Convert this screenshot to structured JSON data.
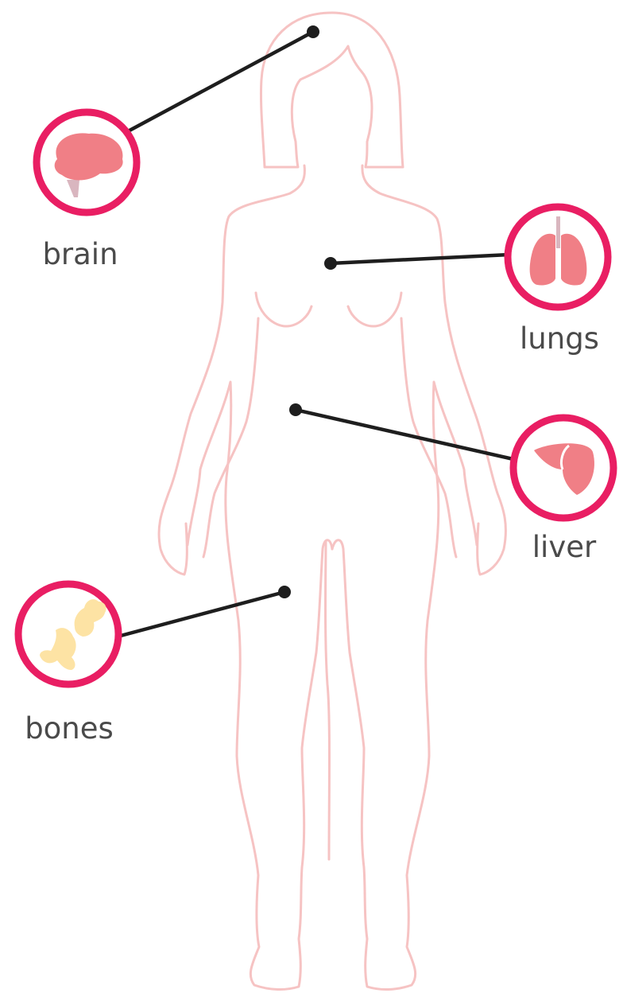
{
  "organs": [
    {
      "id": "brain",
      "label": "brain",
      "icon": "brain-icon"
    },
    {
      "id": "lungs",
      "label": "lungs",
      "icon": "lungs-icon"
    },
    {
      "id": "liver",
      "label": "liver",
      "icon": "liver-icon"
    },
    {
      "id": "bones",
      "label": "bones",
      "icon": "bones-icon"
    }
  ],
  "colors": {
    "ring": "#e91e63",
    "connector": "#1e1e1e",
    "body_outline": "#f6c3c3",
    "organ": "#f07f86",
    "bone": "#fde3a4",
    "label": "#4a4a4a"
  }
}
